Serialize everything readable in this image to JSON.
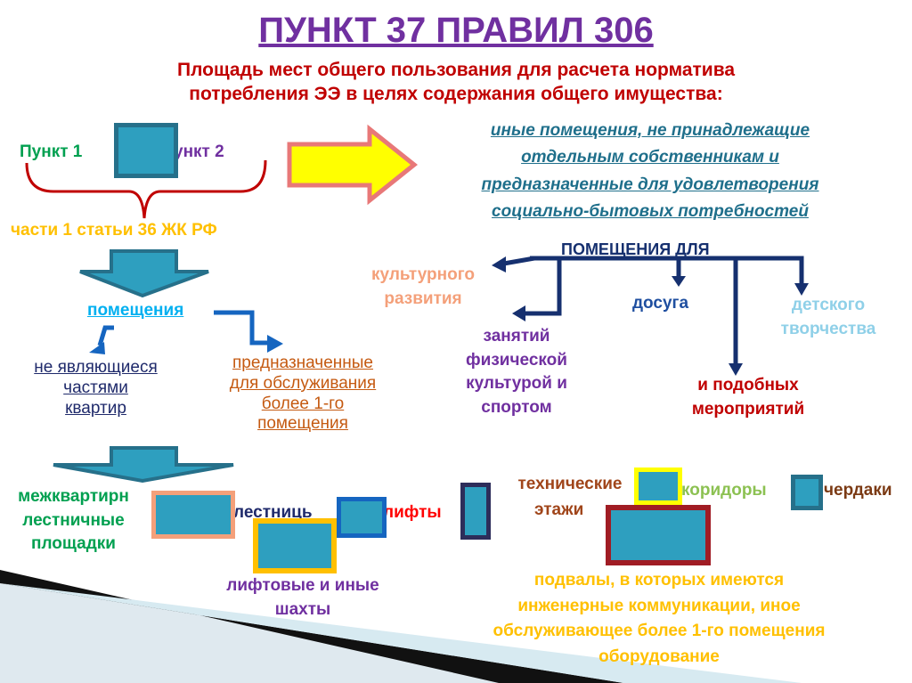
{
  "title": "ПУНКТ 37 ПРАВИЛ 306",
  "subtitle": [
    "Площадь мест общего пользования для расчета норматива",
    "потребления ЭЭ в целях содержания общего имущества:"
  ],
  "left": {
    "p1": "Пункт 1",
    "p2": "ункт 2",
    "law": "части 1 статьи 36 ЖК РФ",
    "rooms": "помещения",
    "not_part": [
      "не являющиеся",
      "частями",
      "квартир"
    ],
    "intended": [
      "предназначенные",
      "для обслуживания",
      "более 1-го",
      "помещения"
    ]
  },
  "right": {
    "other": [
      "иные помещения, не принадлежащие",
      "отдельным собственникам и",
      "предназначенные для удовлетворения",
      "социально-бытовых потребностей"
    ],
    "for_rooms": "ПОМЕЩЕНИЯ ДЛЯ",
    "cultural": [
      "культурного",
      "развития"
    ],
    "leisure": "досуга",
    "children": [
      "детского",
      "творчества"
    ],
    "sport": [
      "занятий",
      "физической",
      "культурой и",
      "спортом"
    ],
    "similar": [
      "и подобных",
      "мероприятий"
    ]
  },
  "bottom": {
    "landings": [
      "межквартирн",
      "лестничные",
      "площадки"
    ],
    "stairs": "лестниць",
    "lifts": "лифты",
    "shafts": [
      "лифтовые и иные",
      "шахты"
    ],
    "tech": [
      "технические",
      "этажи"
    ],
    "corridors": "коридоры",
    "attics": "чердаки",
    "basements": [
      "подвалы, в которых имеются",
      "инженерные коммуникации, иное",
      "обслуживающее более 1-го помещения",
      "оборудование"
    ]
  },
  "colors": {
    "title": "#7030a0",
    "subtitle": "#c00000",
    "teal": "#2e9fbf",
    "teal_border": "#26708a"
  }
}
